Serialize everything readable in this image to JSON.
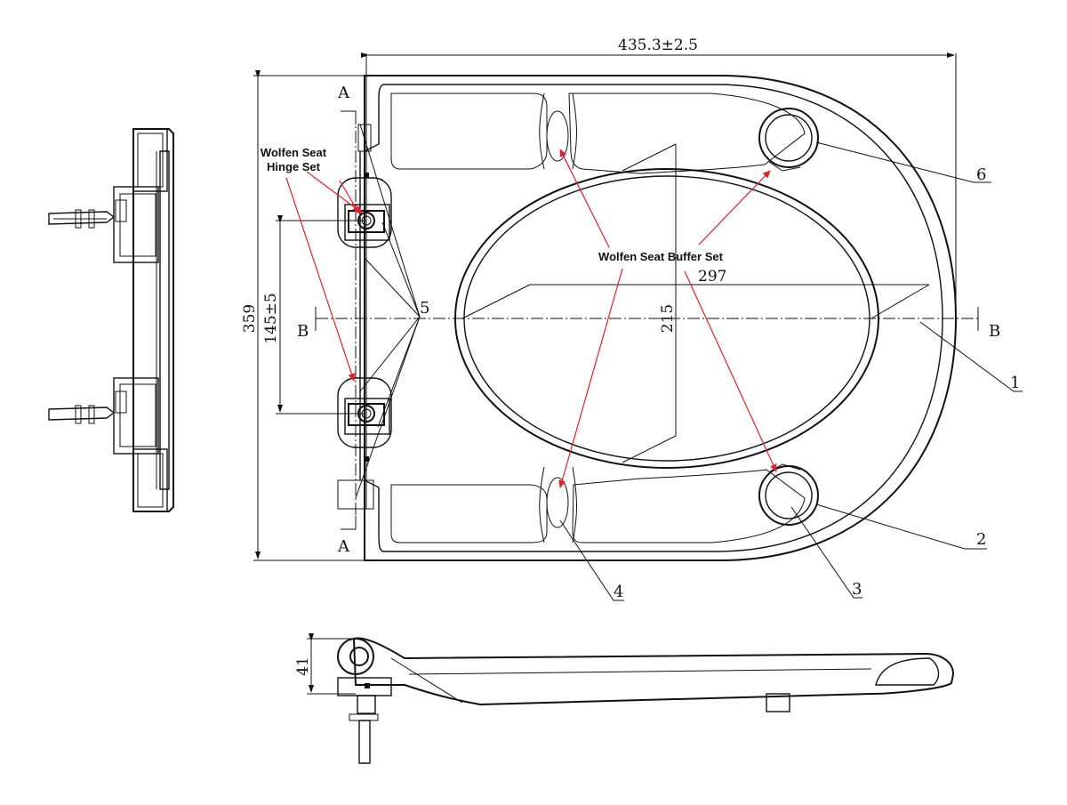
{
  "dimensions": {
    "overall_length": "435.3±2.5",
    "overall_width": "359",
    "hinge_spacing": "145±5",
    "opening_length": "297",
    "opening_width": "215",
    "height": "41"
  },
  "section_labels": {
    "a_top": "A",
    "a_bottom": "A",
    "b_left": "B",
    "b_right": "B"
  },
  "part_numbers": {
    "p1": "1",
    "p2": "2",
    "p3": "3",
    "p4": "4",
    "p5": "5",
    "p6": "6"
  },
  "callouts": {
    "hinge_line1": "Wolfen Seat",
    "hinge_line2": "Hinge Set",
    "buffer": "Wolfen Seat Buffer Set"
  },
  "colors": {
    "line": "#111111",
    "callout_arrow": "#e0202a",
    "background": "#ffffff"
  }
}
